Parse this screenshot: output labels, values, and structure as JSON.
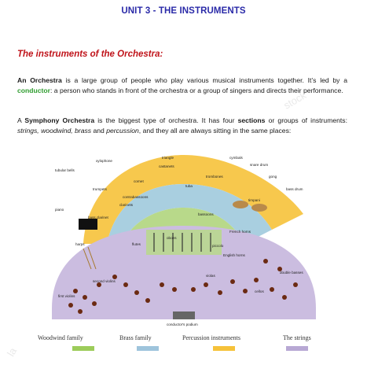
{
  "unit_title": "UNIT 3 -  THE INSTRUMENTS",
  "section_heading": "The instruments of the Orchestra:",
  "paragraph1": {
    "term": "An Orchestra",
    "text1": " is a large group of people who play various musical instruments together. It’s led by a ",
    "conductor": "conductor",
    "text2": ": a person who stands in front of the orchestra or a group of singers and directs their performance."
  },
  "paragraph2": {
    "intro": "A ",
    "term": "Symphony Orchestra",
    "text1": " is the biggest type of orchestra. It has four ",
    "sections_word": "sections",
    "text2": " or groups of instruments: ",
    "list": "strings, woodwind, brass",
    "and_word": " and ",
    "last": "percussion",
    "text3": ", and they all are always sitting in the same places:"
  },
  "diagram": {
    "labels": {
      "tubular_bells": "tubular bells",
      "xylophone": "xylophone",
      "triangle": "triangle",
      "castanets": "castanets",
      "cymbals": "cymbals",
      "snare_drum": "snare drum",
      "gong": "gong",
      "bass_drum": "bass drum",
      "trombones": "trombones",
      "cornet": "cornet",
      "tuba": "tuba",
      "trumpets": "trumpets",
      "timpani": "timpani",
      "contrabassoons": "contrabassoons",
      "clarinets": "clarinets",
      "bassoons": "bassoons",
      "piano": "piano",
      "bass_clarinet": "bass clarinet",
      "french_horns": "French horns",
      "oboes": "oboes",
      "harps": "harps",
      "flutes": "flutes",
      "piccolo": "piccolo",
      "english_horns": "English horns",
      "double_basses": "double basses",
      "second_violins": "second violins",
      "violas": "violas",
      "cellos": "cellos",
      "first_violins": "first violins",
      "conductors_podium": "conductor's podium"
    }
  },
  "legend": [
    {
      "label": "Woodwind family",
      "color": "#9ccc5a"
    },
    {
      "label": "Brass family",
      "color": "#9ec4dc"
    },
    {
      "label": "Percussion instruments",
      "color": "#f6c23a"
    },
    {
      "label": "The strings",
      "color": "#b8a8d4"
    }
  ],
  "colors": {
    "unit_title": "#2a2aa8",
    "heading": "#c0141b",
    "conductor": "#2e9c2e",
    "percussion": "#f6c23a",
    "brass": "#a9cfe0",
    "woodwind": "#b8d98a",
    "strings": "#cbbde0"
  }
}
